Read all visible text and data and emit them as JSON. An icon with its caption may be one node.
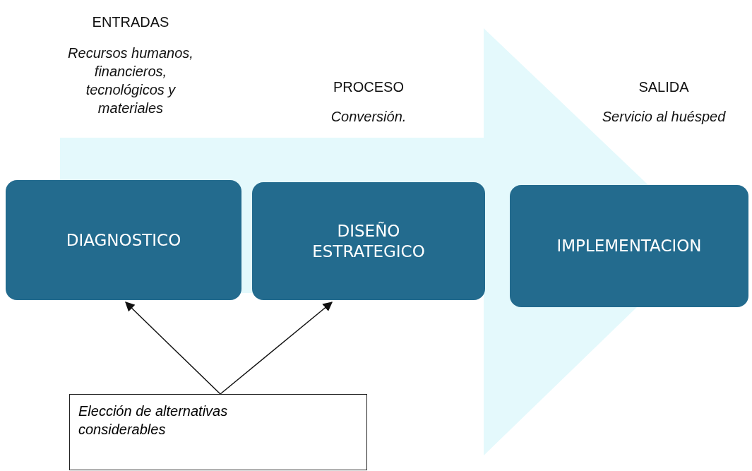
{
  "diagram": {
    "nodes": [
      {
        "text": [
          "DIAGNOSTICO"
        ]
      },
      {
        "text": [
          "DISEÑO ESTRATEGICO"
        ]
      },
      {
        "text": [
          "IMPLEMENTACION"
        ]
      },
      {
        "text": [
          "Elección de alternativas considerables"
        ]
      }
    ],
    "edges": [
      {
        "from": 3,
        "to": 0,
        "arrow": "to"
      },
      {
        "from": 3,
        "to": 1,
        "arrow": "to"
      },
      {
        "from": 0,
        "to": 2,
        "arrow": "to",
        "style": "thick",
        "color": "#e4f9fc"
      }
    ],
    "labels": [
      "ENTRADAS",
      "Recursos humanos, financieros, tecnológicos y materiales",
      "PROCESO",
      "Conversión.",
      "SALIDA",
      "Servicio al huésped"
    ]
  }
}
